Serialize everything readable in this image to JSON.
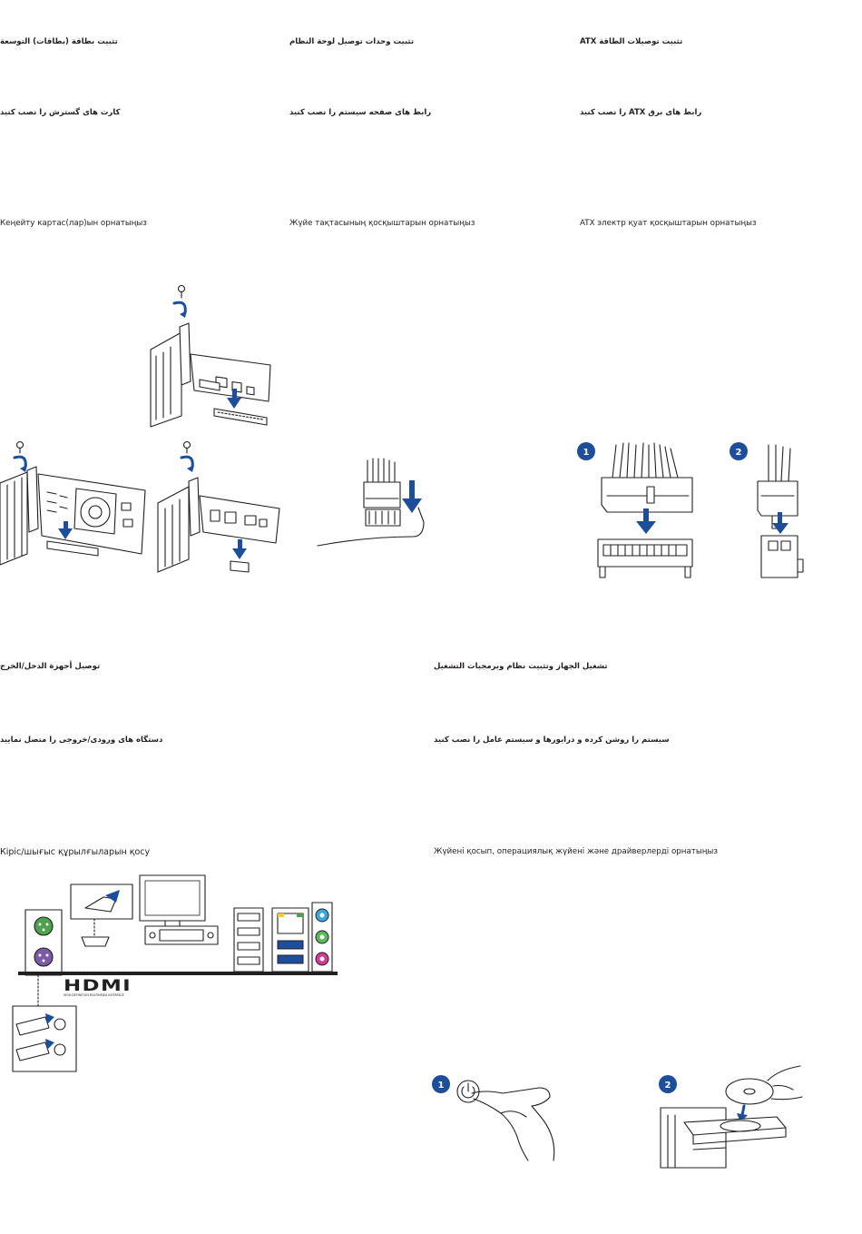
{
  "expansion": {
    "arabic": "تثبيت بطاقة (بطاقات) التوسعة",
    "persian": "کارت های گسترش را نصب کنید",
    "kazakh": "Кеңейту картас(лар)ын орнатыңыз"
  },
  "system_panel": {
    "arabic": "تثبيت وحدات توصيل لوحة النظام",
    "persian": "رابط های صفحه سیستم را نصب کنید",
    "kazakh": "Жүйе тақтасының қосқыштарын орнатыңыз"
  },
  "atx_power": {
    "arabic": "تثبيت توصيلات الطاقة ATX",
    "persian": "رابط های برق ATX را نصب کنید",
    "kazakh": "ATX электр қуат қосқыштарын орнатыңыз",
    "step1": "1",
    "step2": "2"
  },
  "io_devices": {
    "arabic": "توصيل أجهزة الدخل/الخرج",
    "persian": "دستگاه های ورودی/خروجی را متصل نمایید",
    "kazakh": "Кіріс/шығыс құрылғыларын қосу",
    "hdmi_logo": "HDMI",
    "hdmi_tagline": "HIGH-DEFINITION MULTIMEDIA INTERFACE"
  },
  "power_on": {
    "arabic": "تشغيل الجهاز وتثبيت نظام وبرمجيات التشغيل",
    "persian": "سیستم را روشن کرده و درایورها و سیستم عامل را نصب کنید",
    "kazakh": "Жүйені қосып, операциялық жүйені және драйверлерді орнатыңыз",
    "step1": "1",
    "step2": "2"
  },
  "colors": {
    "accent_blue": "#1d4e9c",
    "line": "#231f20",
    "ps2_keyboard": "#7b5aa6",
    "ps2_mouse": "#4ea24e",
    "audio_blue": "#39a9dc",
    "audio_green": "#5cb85c",
    "audio_pink": "#d23c96"
  }
}
